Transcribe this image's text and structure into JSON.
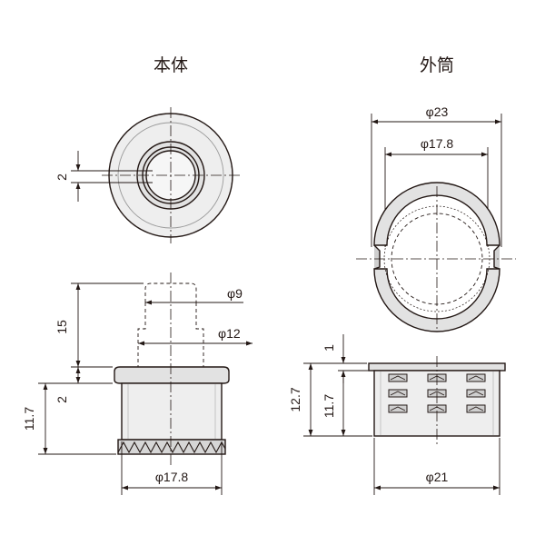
{
  "headings": {
    "body": "本体",
    "sleeve": "外筒"
  },
  "dimensions": {
    "body_top_gap": "2",
    "body_pin_height": "15",
    "body_phi9": "φ9",
    "body_phi12": "φ12",
    "body_flange": "2",
    "body_height": "11.7",
    "body_diameter": "φ17.8",
    "sleeve_phi23": "φ23",
    "sleeve_phi17_8": "φ17.8",
    "sleeve_flange": "1",
    "sleeve_total_height": "12.7",
    "sleeve_body_height": "11.7",
    "sleeve_diameter": "φ21"
  },
  "colors": {
    "fill_light": "#eeeeee",
    "fill_mid": "#e2e2e2",
    "fill_dark": "#cfcfcf",
    "ink": "#231815"
  }
}
